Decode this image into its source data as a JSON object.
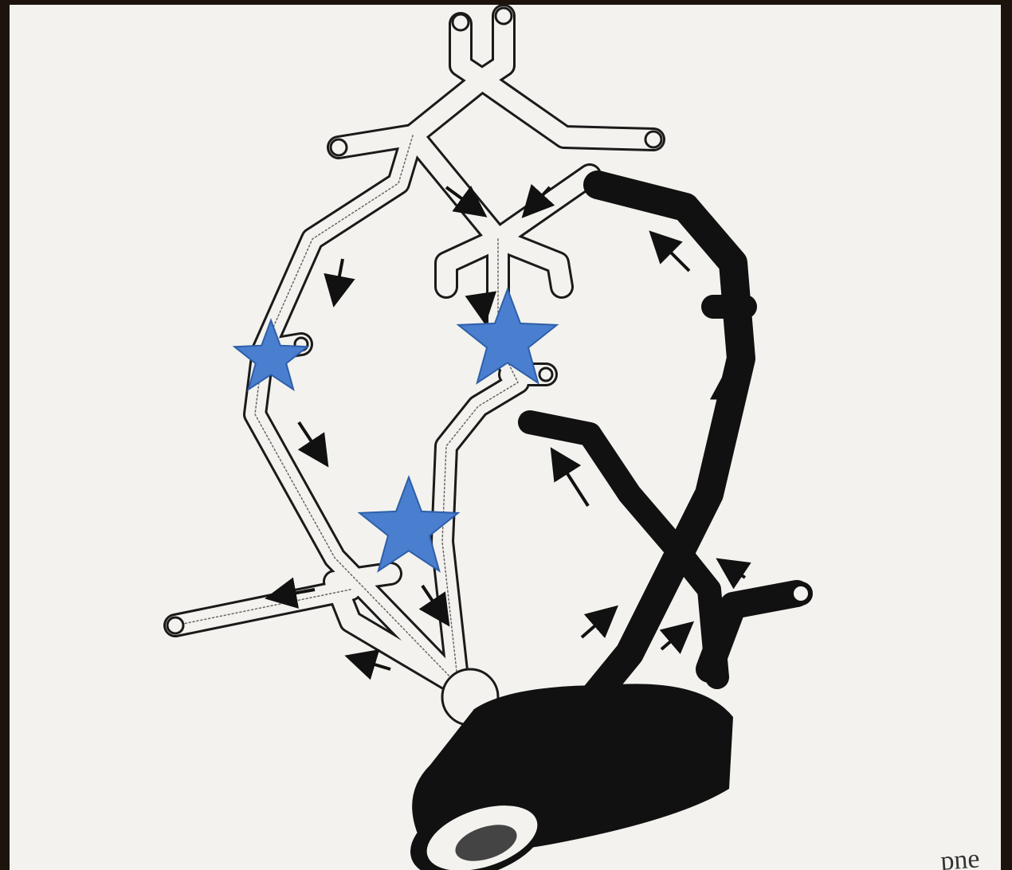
{
  "image_title": "",
  "edge_text": "pne",
  "colors": {
    "paper": "#f3f2ee",
    "frame": "#1c130c",
    "ink": "#111111",
    "marker": "#4a7fd0",
    "marker_edge": "#2e5fa8"
  },
  "markers": [
    {
      "name": "star-marker-left",
      "shape": "star"
    },
    {
      "name": "star-marker-center",
      "shape": "star"
    },
    {
      "name": "star-marker-lower",
      "shape": "star"
    }
  ]
}
